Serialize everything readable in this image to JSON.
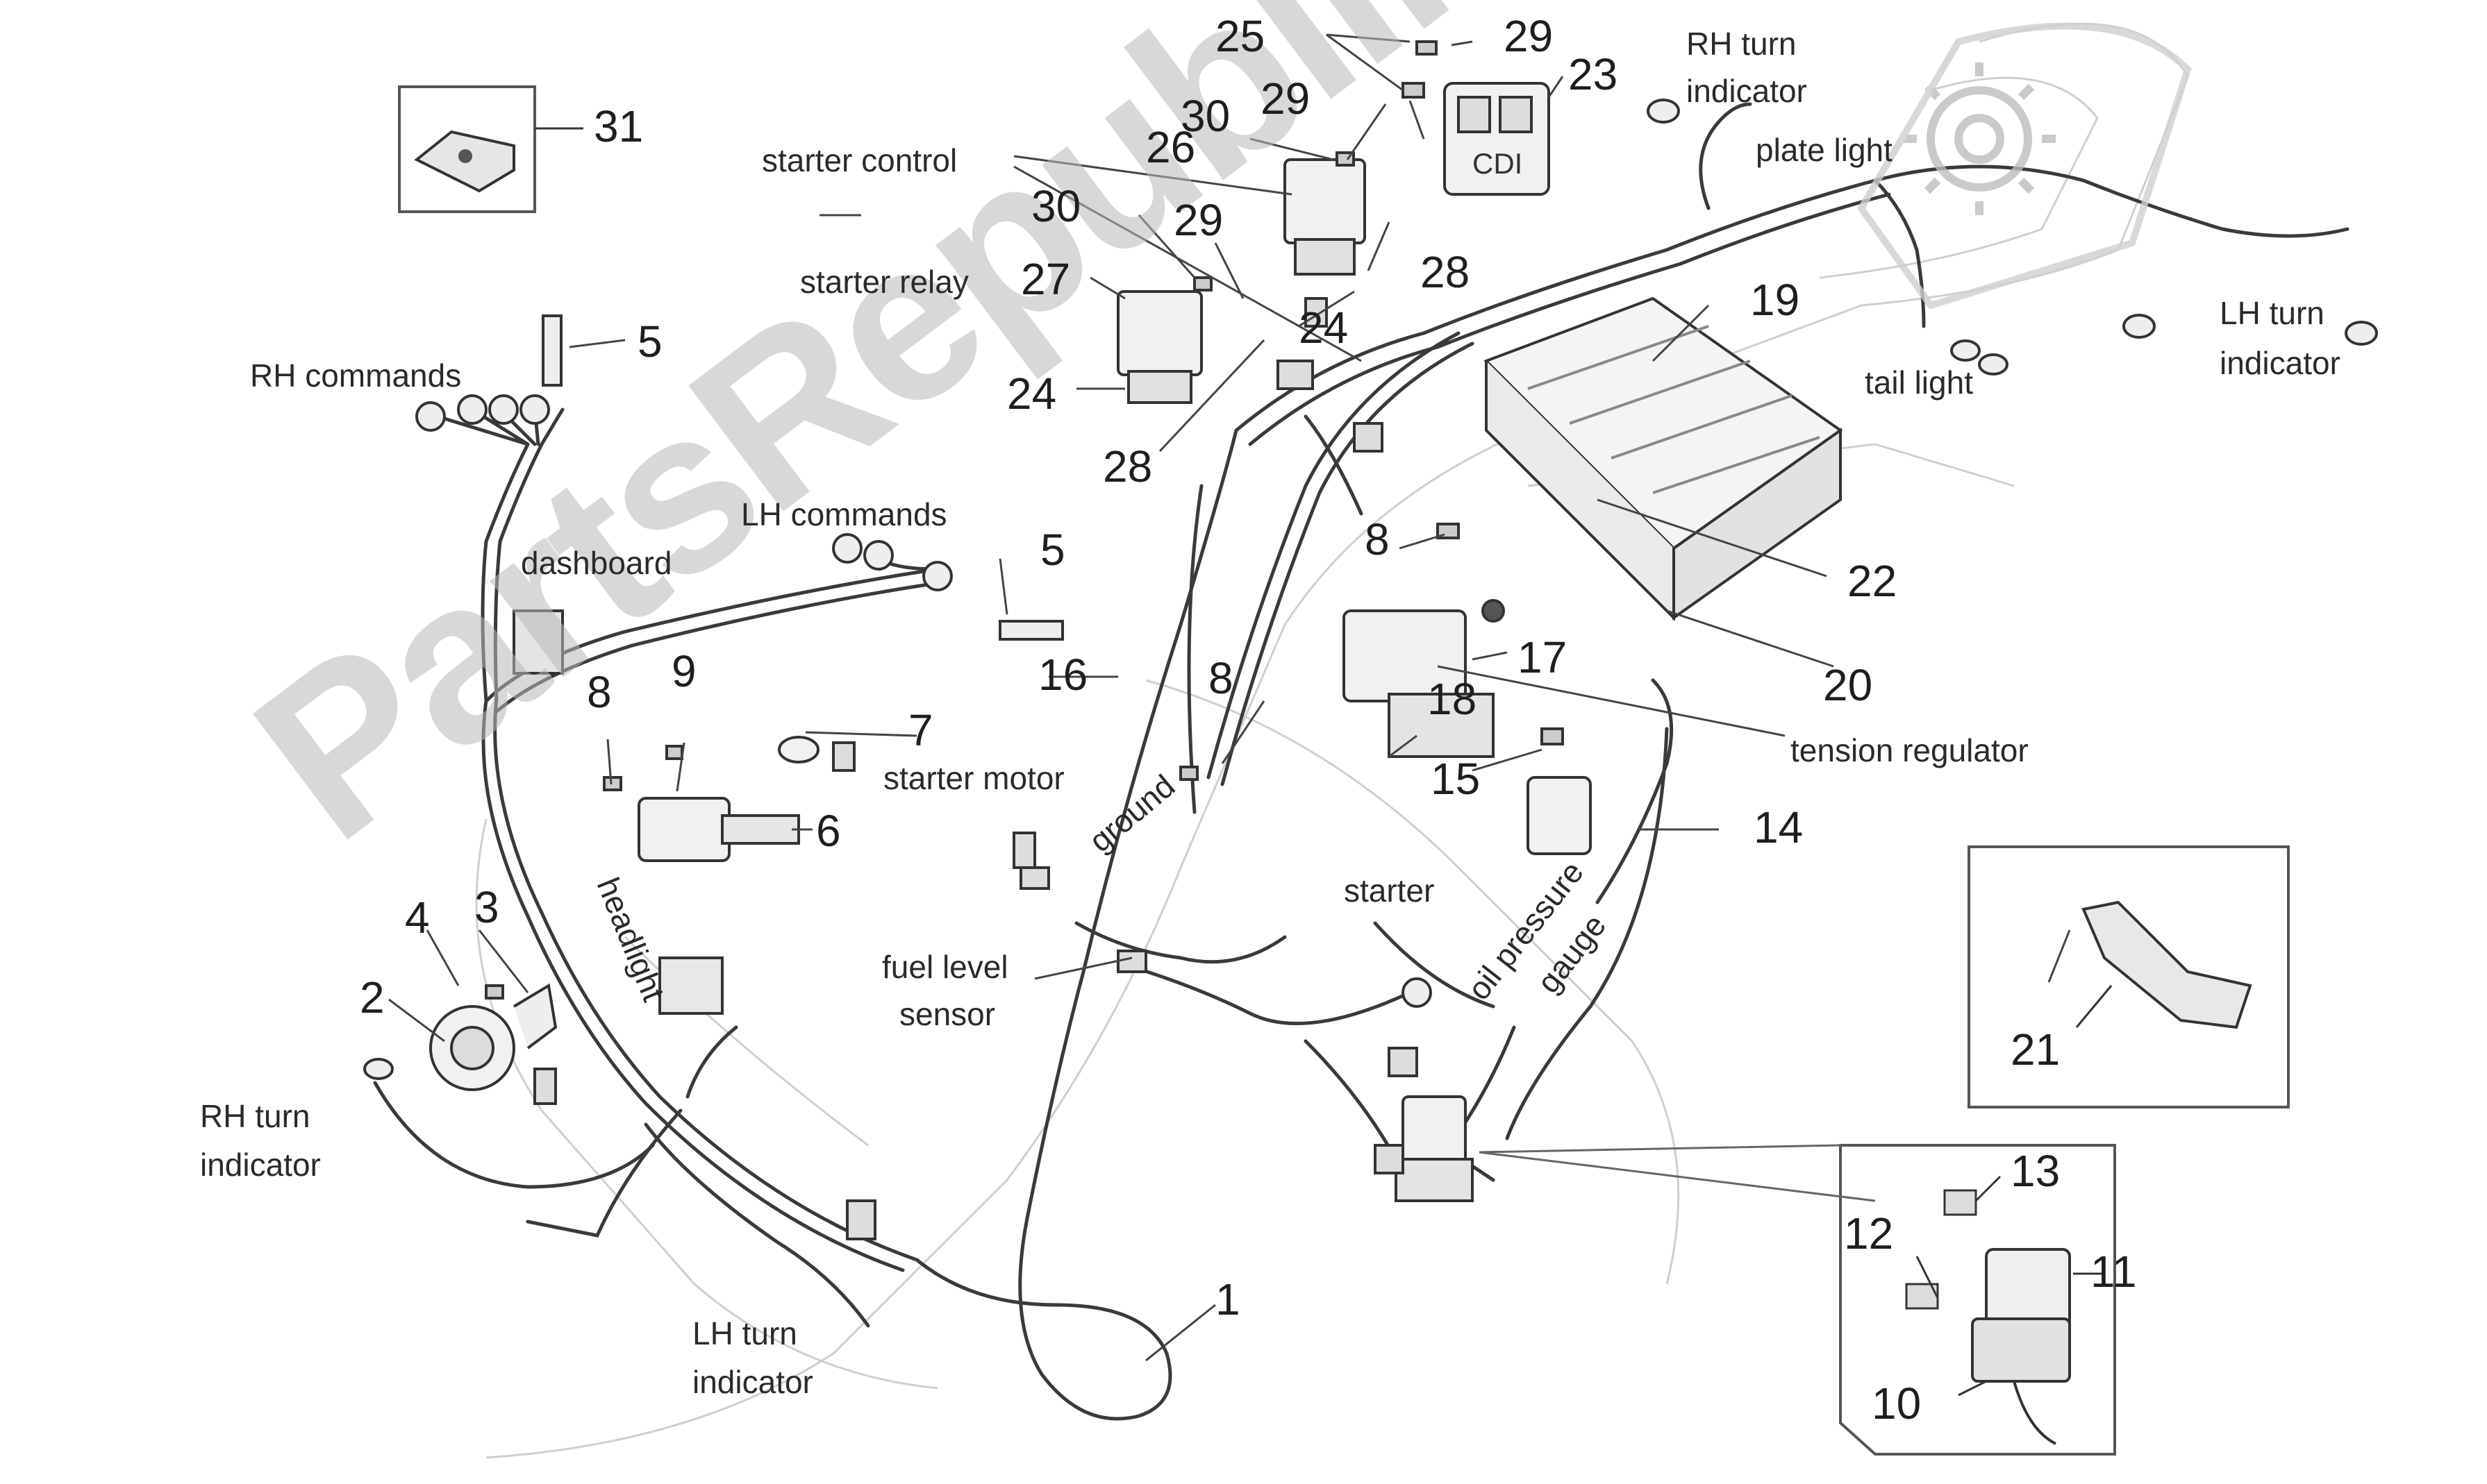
{
  "watermark": "PartsRepublik",
  "labels": {
    "starter_control": "starter control",
    "starter_relay": "starter relay",
    "rh_commands": "RH commands",
    "lh_commands": "LH commands",
    "dashboard": "dashboard",
    "starter_motor": "starter motor",
    "ground": "ground",
    "starter": "starter",
    "fuel_level_sensor_1": "fuel level",
    "fuel_level_sensor_2": "sensor",
    "headlight": "headlight",
    "rh_turn_indicator_top_1": "RH turn",
    "rh_turn_indicator_top_2": "indicator",
    "plate_light": "plate light",
    "lh_turn_indicator_right_1": "LH turn",
    "lh_turn_indicator_right_2": "indicator",
    "tail_light": "tail light",
    "tension_regulator": "tension regulator",
    "oil_pressure_gauge_1": "oil pressure",
    "oil_pressure_gauge_2": "gauge",
    "rh_turn_indicator_left_1": "RH turn",
    "rh_turn_indicator_left_2": "indicator",
    "lh_turn_indicator_bottom_1": "LH turn",
    "lh_turn_indicator_bottom_2": "indicator"
  },
  "callouts": {
    "n1": "1",
    "n2": "2",
    "n3": "3",
    "n4": "4",
    "n5a": "5",
    "n5b": "5",
    "n6": "6",
    "n7": "7",
    "n8a": "8",
    "n8b": "8",
    "n8c": "8",
    "n9": "9",
    "n10": "10",
    "n11": "11",
    "n12": "12",
    "n13": "13",
    "n14": "14",
    "n15": "15",
    "n16": "16",
    "n17": "17",
    "n18": "18",
    "n19": "19",
    "n20": "20",
    "n21": "21",
    "n22": "22",
    "n23": "23",
    "n24a": "24",
    "n24b": "24",
    "n25": "25",
    "n26": "26",
    "n27": "27",
    "n28a": "28",
    "n28b": "28",
    "n29a": "29",
    "n29b": "29",
    "n29c": "29",
    "n30a": "30",
    "n30b": "30",
    "n31": "31"
  },
  "part_text": {
    "cdi": "CDI"
  }
}
